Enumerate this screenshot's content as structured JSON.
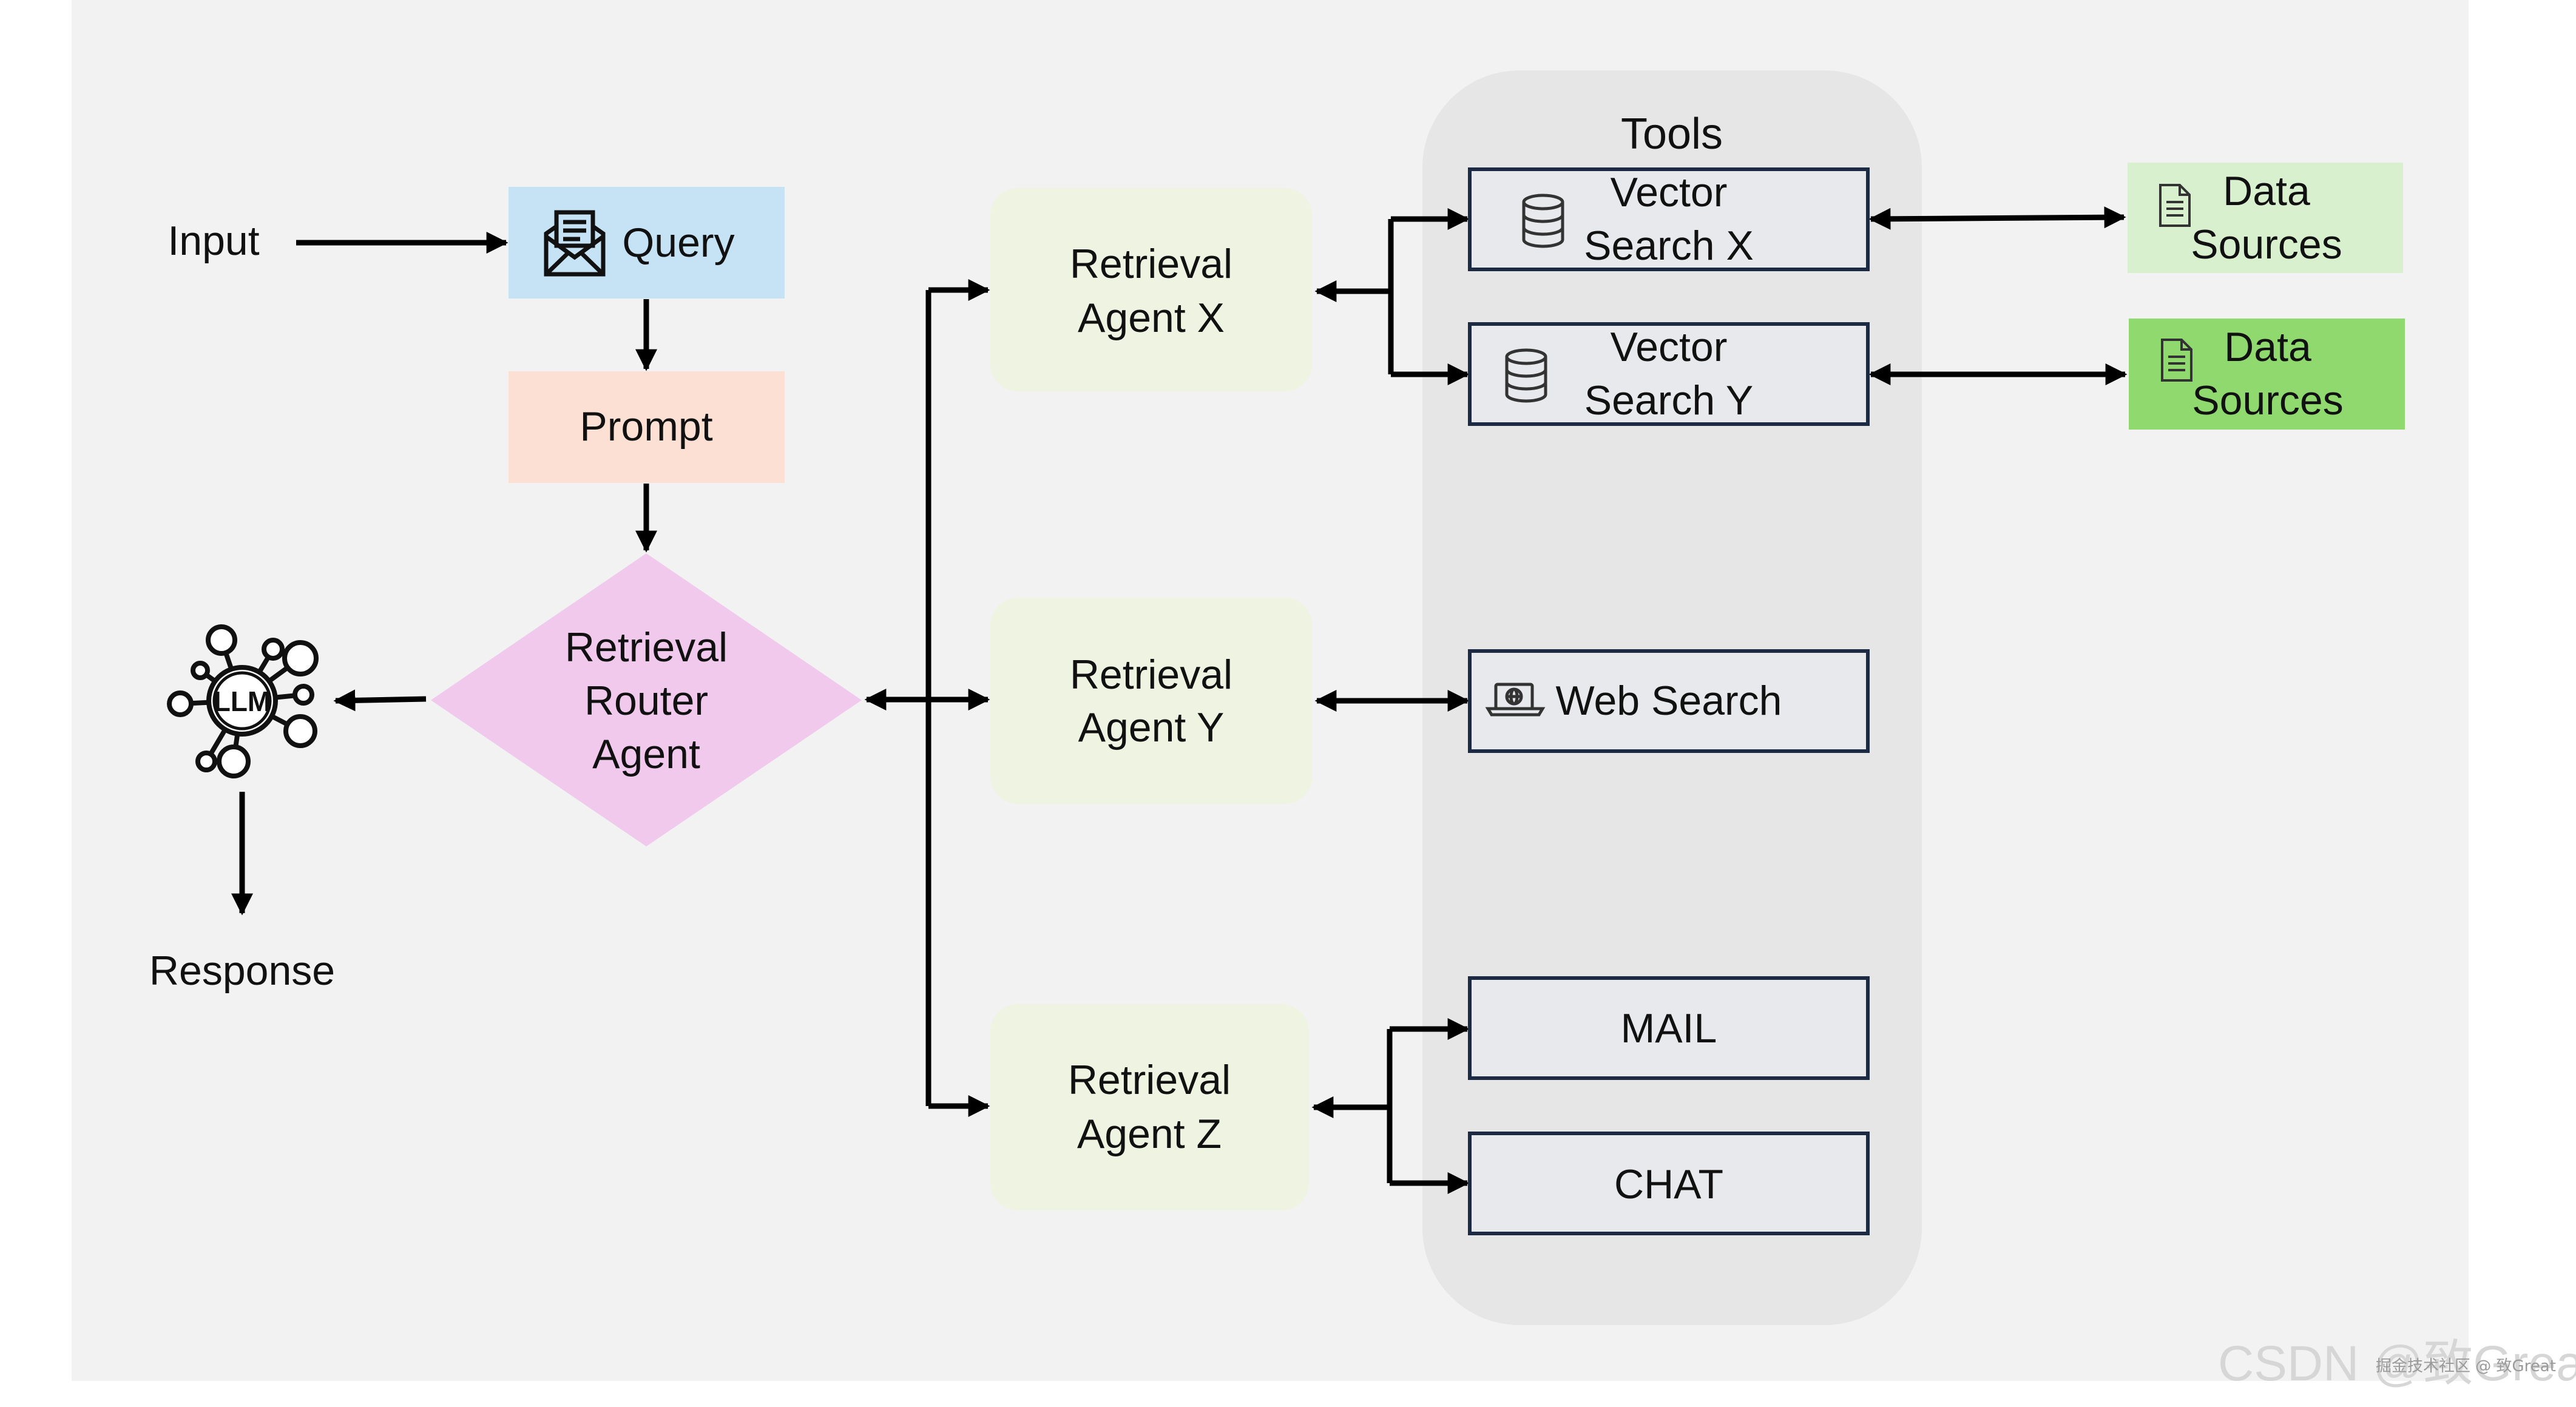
{
  "diagram": {
    "input_label": "Input",
    "query_label": "Query",
    "prompt_label": "Prompt",
    "router": {
      "line1": "Retrieval",
      "line2": "Router",
      "line3": "Agent"
    },
    "llm_label": "LLM",
    "response_label": "Response",
    "agent_x": {
      "line1": "Retrieval",
      "line2": "Agent X"
    },
    "agent_y": {
      "line1": "Retrieval",
      "line2": "Agent Y"
    },
    "agent_z": {
      "line1": "Retrieval",
      "line2": "Agent Z"
    },
    "tools_title": "Tools",
    "vector_x": {
      "line1": "Vector",
      "line2": "Search X"
    },
    "vector_y": {
      "line1": "Vector",
      "line2": "Search Y"
    },
    "web_search_label": "Web Search",
    "mail_label": "MAIL",
    "chat_label": "CHAT",
    "data_sources_1": {
      "line1": "Data",
      "line2": "Sources"
    },
    "data_sources_2": {
      "line1": "Data",
      "line2": "Sources"
    },
    "watermark_main": "CSDN @致Great",
    "watermark_small": "掘金技术社区 @ 致Great"
  },
  "colors": {
    "canvas": "#f2f2f2",
    "query_fill": "#c6e3f5",
    "prompt_fill": "#fbe0d3",
    "router_fill": "#f0c9ec",
    "agent_fill": "#eff3e1",
    "tools_panel": "#e6e6e6",
    "tool_box_fill": "#e8e9ec",
    "tool_box_stroke": "#1c2a44",
    "data_sources_1_fill": "#d9f0cf",
    "data_sources_2_fill": "#8fd96e"
  },
  "icons": {
    "query": "envelope-letter-icon",
    "llm": "network-nodes-icon",
    "vector_x": "database-icon",
    "vector_y": "database-icon",
    "web_search": "laptop-globe-icon",
    "data_sources_1": "document-icon",
    "data_sources_2": "document-icon"
  }
}
